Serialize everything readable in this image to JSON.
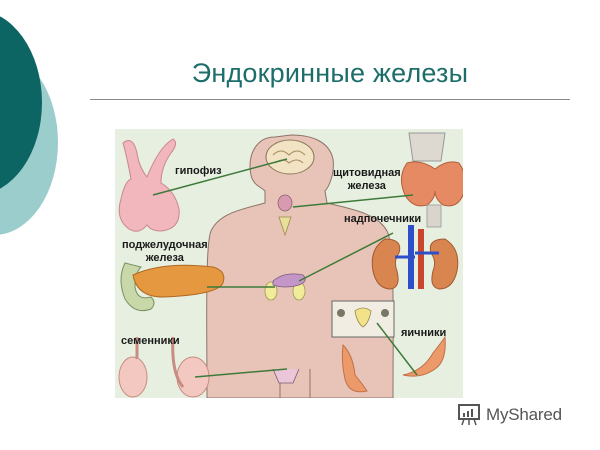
{
  "slide": {
    "title": "Эндокринные железы",
    "colors": {
      "title": "#1d6e6b",
      "circle_dark": "#0d6563",
      "circle_light": "#9ccdcd",
      "rule": "#8a8a8a",
      "panel_bg": "#e6efe0",
      "pointer_line": "#3d7a3a"
    }
  },
  "diagram": {
    "labels": {
      "pituitary": "гипофиз",
      "thyroid_line1": "щитовидная",
      "thyroid_line2": "железа",
      "adrenals": "надпочечники",
      "pancreas_line1": "поджелудочная",
      "pancreas_line2": "железа",
      "testes": "семенники",
      "ovaries": "яичники"
    }
  },
  "watermark": {
    "icon": "presentation-board-icon",
    "text": "MyShared"
  }
}
